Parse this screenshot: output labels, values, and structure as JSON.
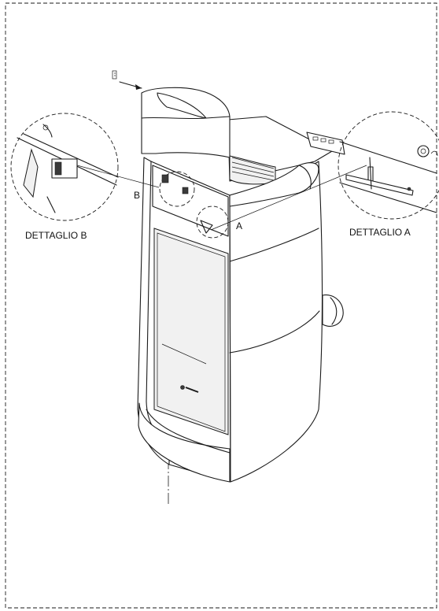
{
  "labels": {
    "detail_b_title": "DETTAGLIO B",
    "detail_a_title": "DETTAGLIO A",
    "callout_b": "B",
    "callout_a": "A"
  },
  "colors": {
    "line": "#1a1a1a",
    "background": "#ffffff"
  }
}
